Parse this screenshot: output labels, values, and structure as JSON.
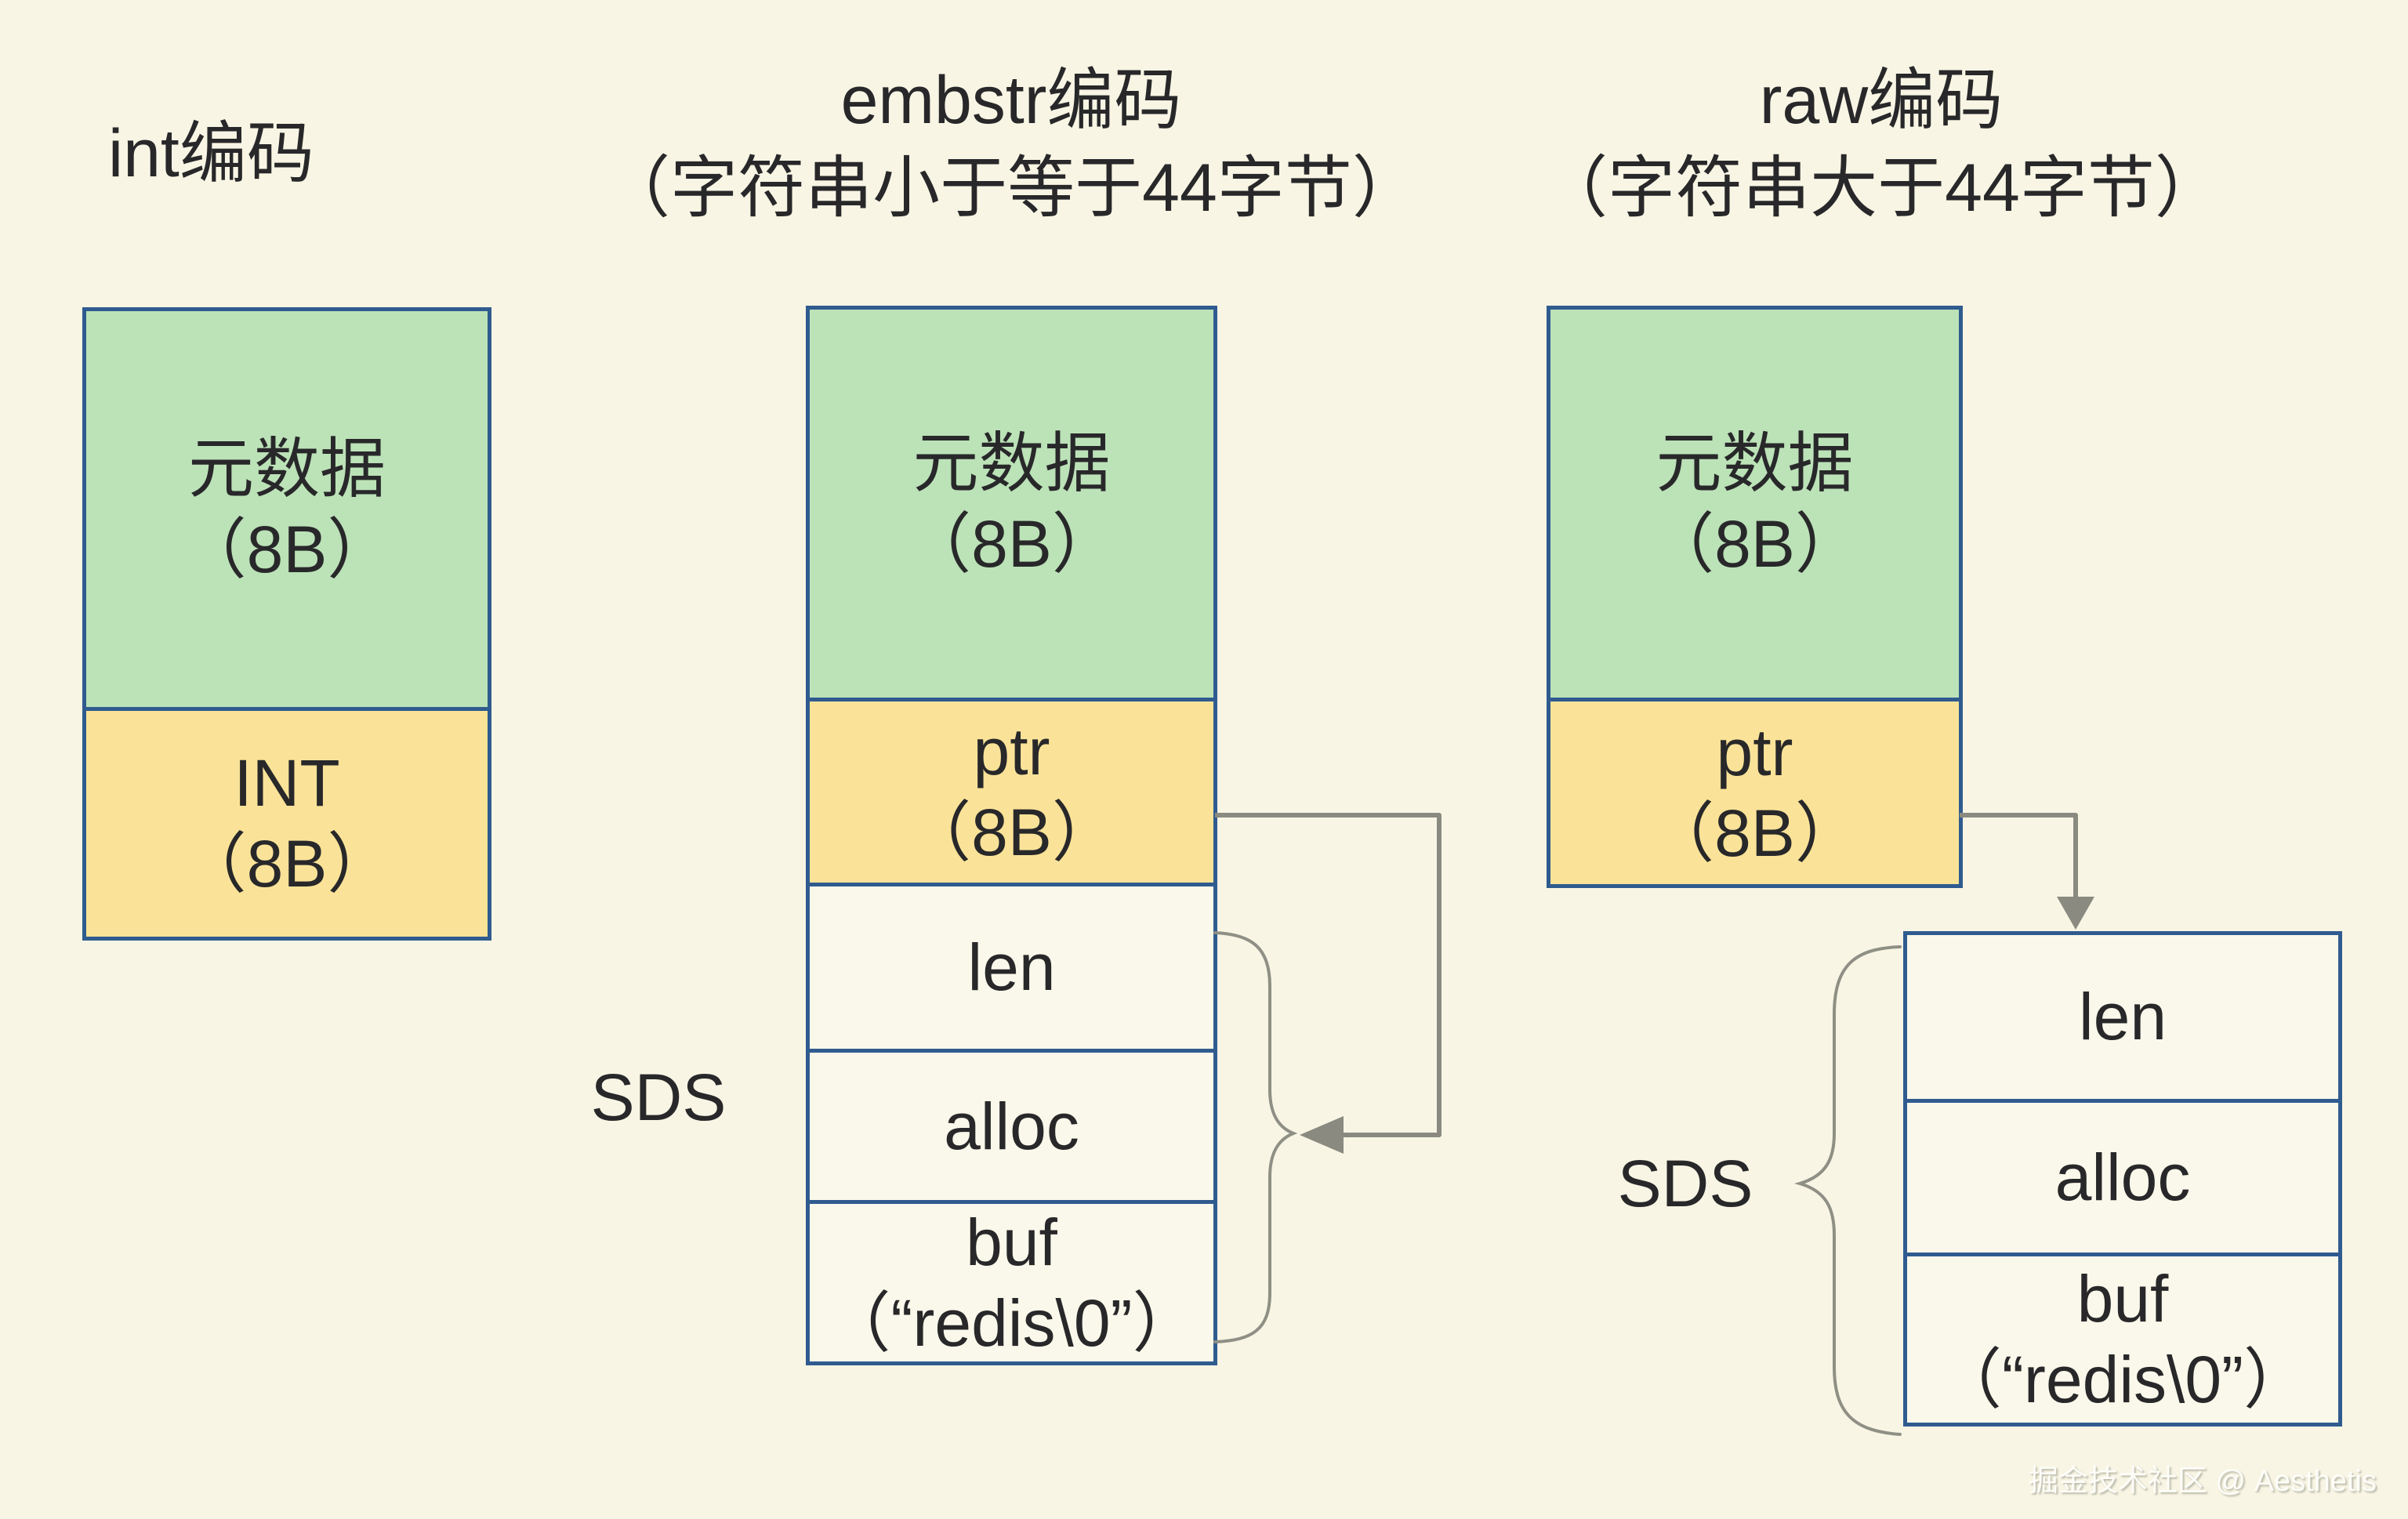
{
  "watermark": "掘金技术社区 @ Aesthetis",
  "colors": {
    "background": "#f8f5e4",
    "green_fill": "#bce2b8",
    "yellow_fill": "#fae398",
    "border_blue": "#2f5b8f",
    "arrow_gray": "#8a8a80",
    "text": "#28282a"
  },
  "columns": [
    {
      "title": "int编码",
      "blocks": [
        {
          "label": "元数据",
          "sub": "（8B）"
        },
        {
          "label": "INT",
          "sub": "（8B）"
        }
      ]
    },
    {
      "title": "embstr编码",
      "subtitle": "（字符串小于等于44字节）",
      "sds_label": "SDS",
      "blocks": [
        {
          "label": "元数据",
          "sub": "（8B）"
        },
        {
          "label": "ptr",
          "sub": "（8B）"
        },
        {
          "label": "len"
        },
        {
          "label": "alloc"
        },
        {
          "label": "buf",
          "sub": "（“redis\\0”）"
        }
      ]
    },
    {
      "title": "raw编码",
      "subtitle": "（字符串大于44字节）",
      "sds_label": "SDS",
      "blocks": [
        {
          "label": "元数据",
          "sub": "（8B）"
        },
        {
          "label": "ptr",
          "sub": "（8B）"
        }
      ],
      "sds_blocks": [
        {
          "label": "len"
        },
        {
          "label": "alloc"
        },
        {
          "label": "buf",
          "sub": "（“redis\\0”）"
        }
      ]
    }
  ]
}
